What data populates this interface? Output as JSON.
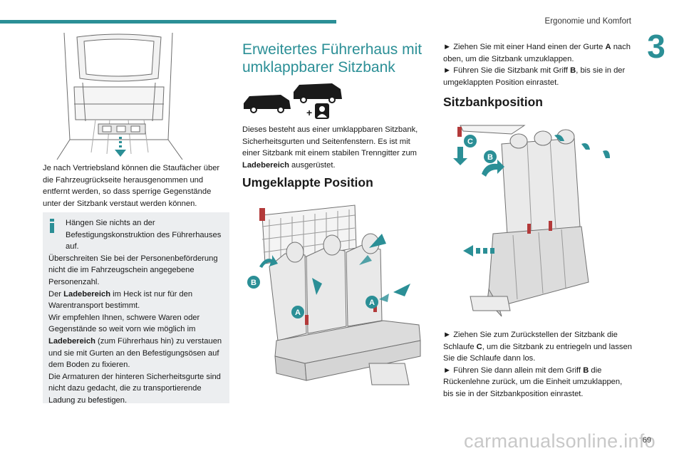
{
  "header": {
    "section_title": "Ergonomie und Komfort",
    "chapter_number": "3",
    "page_number": "69",
    "accent_color": "#2b8f96"
  },
  "watermark": "carmanualsonline.info",
  "column1": {
    "paragraph": "Je nach Vertriebsland können die Staufächer über die Fahrzeugrückseite herausgenommen und entfernt werden, so dass sperrige Gegenstände unter der Sitzbank verstaut werden können.",
    "info_icon": "info-icon",
    "info_lines": [
      "Hängen Sie nichts an der Befestigungskonstruktion des Führerhauses auf.",
      "Überschreiten Sie bei der Personenbeförderung nicht die im Fahrzeugschein angegebene Personenzahl.",
      "im Heck ist nur für den Warentransport bestimmt.",
      "Wir empfehlen Ihnen, schwere Waren oder Gegenstände so weit vorn wie möglich im",
      "(zum Führerhaus hin) zu verstauen und sie mit Gurten an den Befestigungsösen auf dem Boden zu fixieren.",
      "Die Armaturen der hinteren Sicherheitsgurte sind nicht dazu gedacht, die zu transportierende Ladung zu befestigen."
    ],
    "info_prefix_3": "Der",
    "bold_term": "Ladebereich"
  },
  "column2": {
    "title": "Erweitertes Führerhaus mit umklappbarer Sitzbank",
    "plus_sign": "+",
    "paragraph_start": "Dieses besteht aus einer umklappbaren Sitzbank, Sicherheitsgurten und Seitenfenstern. Es ist mit einer Sitzbank mit einem stabilen Trenngitter zum",
    "bold_term": "Ladebereich",
    "paragraph_end": "ausgerüstet.",
    "subtitle": "Umgeklappte Position",
    "label_a": "A",
    "label_b": "B"
  },
  "column3": {
    "bullet": "►",
    "step1_start": "Ziehen Sie mit einer Hand einen der Gurte",
    "step1_bold": "A",
    "step1_end": "nach oben, um die Sitzbank umzuklappen.",
    "step2_start": "Führen Sie die Sitzbank mit Griff",
    "step2_bold": "B",
    "step2_end": ", bis sie in der umgeklappten Position einrastet.",
    "subtitle": "Sitzbankposition",
    "label_b": "B",
    "label_c": "C",
    "step3_start": "Ziehen Sie zum Zurückstellen der Sitzbank die Schlaufe",
    "step3_bold": "C",
    "step3_end": ", um die Sitzbank zu entriegeln und lassen Sie die Schlaufe dann los.",
    "step4_start": "Führen Sie dann allein mit dem Griff",
    "step4_bold": "B",
    "step4_end": "die Rückenlehne zurück, um die Einheit umzuklappen, bis sie in der Sitzbankposition einrastet."
  }
}
